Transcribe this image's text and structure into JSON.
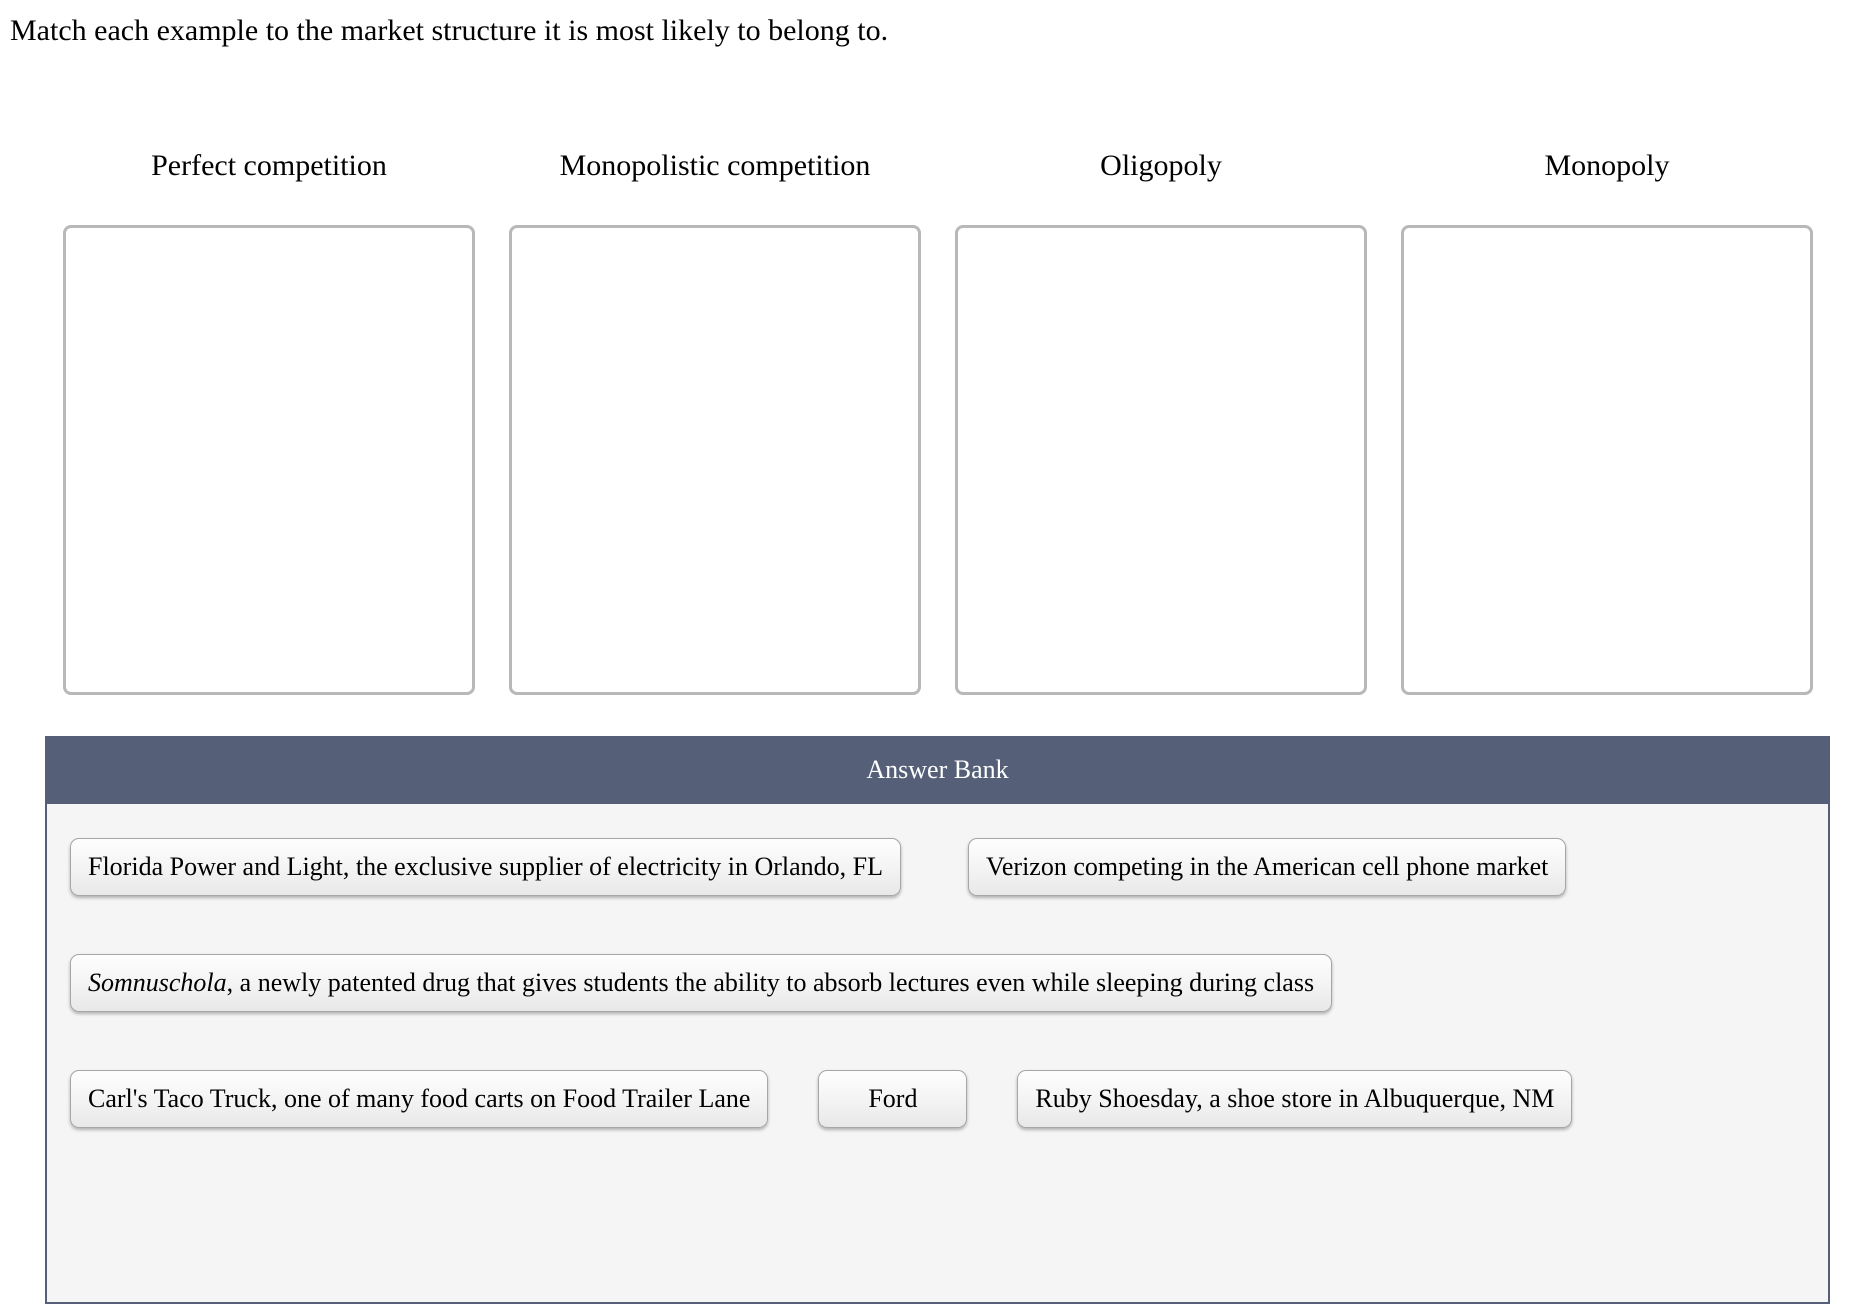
{
  "question": {
    "prompt": "Match each example to the market structure it is most likely to belong to."
  },
  "categories": [
    {
      "label": "Perfect competition"
    },
    {
      "label": "Monopolistic competition"
    },
    {
      "label": "Oligopoly"
    },
    {
      "label": "Monopoly"
    }
  ],
  "answer_bank": {
    "title": "Answer Bank",
    "items": [
      {
        "text": "Florida Power and Light, the exclusive supplier of electricity in Orlando, FL"
      },
      {
        "text": "Verizon competing in the American cell phone market"
      },
      {
        "italic": "Somnuschola",
        "text": ", a newly patented drug that gives students the ability to absorb lectures even while sleeping during class"
      },
      {
        "text": "Carl's Taco Truck, one of many food carts on Food Trailer Lane"
      },
      {
        "text": "Ford"
      },
      {
        "text": "Ruby Shoesday, a shoe store in Albuquerque, NM"
      }
    ]
  },
  "colors": {
    "bank_header_bg": "#556078",
    "bank_body_bg": "#f5f5f6",
    "dropzone_border": "#b8b8b8",
    "item_border": "#a6a6a6"
  }
}
